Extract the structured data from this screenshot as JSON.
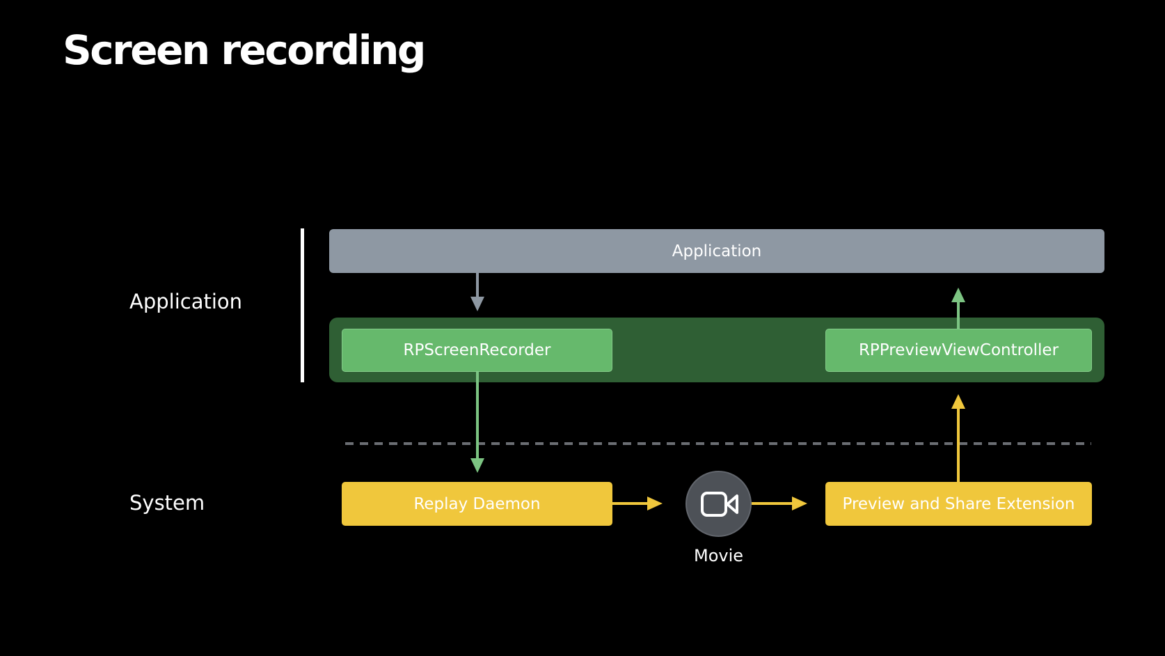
{
  "slide": {
    "title": "Screen recording"
  },
  "diagram": {
    "layers": {
      "application_label": "Application",
      "system_label": "System"
    },
    "nodes": {
      "application": "Application",
      "screen_recorder": "RPScreenRecorder",
      "preview_view_controller": "RPPreviewViewController",
      "replay_daemon": "Replay Daemon",
      "movie": "Movie",
      "preview_extension": "Preview and Share Extension"
    },
    "edges": [
      {
        "from": "application",
        "to": "screen_recorder"
      },
      {
        "from": "screen_recorder",
        "to": "replay_daemon"
      },
      {
        "from": "replay_daemon",
        "to": "movie"
      },
      {
        "from": "movie",
        "to": "preview_extension"
      },
      {
        "from": "preview_extension",
        "to": "preview_view_controller"
      },
      {
        "from": "preview_view_controller",
        "to": "application"
      }
    ],
    "colors": {
      "background": "#000000",
      "application_box": "#8e98a3",
      "framework_container": "#2f5f34",
      "framework_box": "#66b96c",
      "system_box": "#f0c73c",
      "movie_circle": "#4d5157",
      "arrow_gray": "#8e98a3",
      "arrow_green": "#7cc482",
      "arrow_yellow": "#f0c73c",
      "dashed_line": "#6b6e73"
    },
    "icons": {
      "movie": "video-camera-icon"
    }
  }
}
